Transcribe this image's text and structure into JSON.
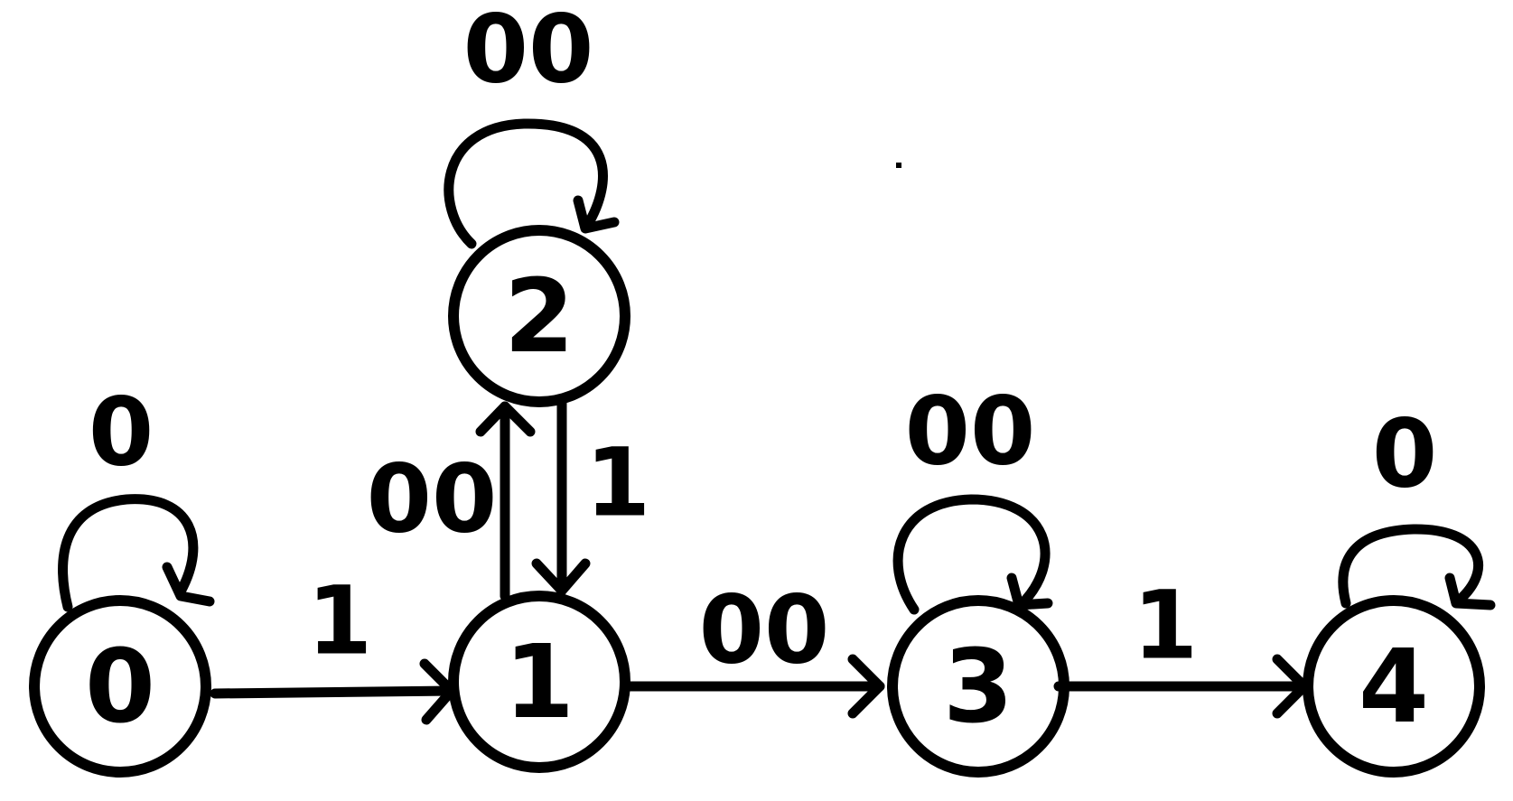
{
  "nodes": [
    {
      "id": "0",
      "label": "0"
    },
    {
      "id": "1",
      "label": "1"
    },
    {
      "id": "2",
      "label": "2"
    },
    {
      "id": "3",
      "label": "3"
    },
    {
      "id": "4",
      "label": "4"
    }
  ],
  "edges": [
    {
      "from": "0",
      "to": "0",
      "label": "0"
    },
    {
      "from": "0",
      "to": "1",
      "label": "1"
    },
    {
      "from": "1",
      "to": "2",
      "label": "00"
    },
    {
      "from": "2",
      "to": "1",
      "label": "1"
    },
    {
      "from": "2",
      "to": "2",
      "label": "00"
    },
    {
      "from": "1",
      "to": "3",
      "label": "00"
    },
    {
      "from": "3",
      "to": "3",
      "label": "00"
    },
    {
      "from": "3",
      "to": "4",
      "label": "1"
    },
    {
      "from": "4",
      "to": "4",
      "label": "0"
    }
  ],
  "colors": {
    "stroke": "#000000",
    "background": "#ffffff"
  }
}
